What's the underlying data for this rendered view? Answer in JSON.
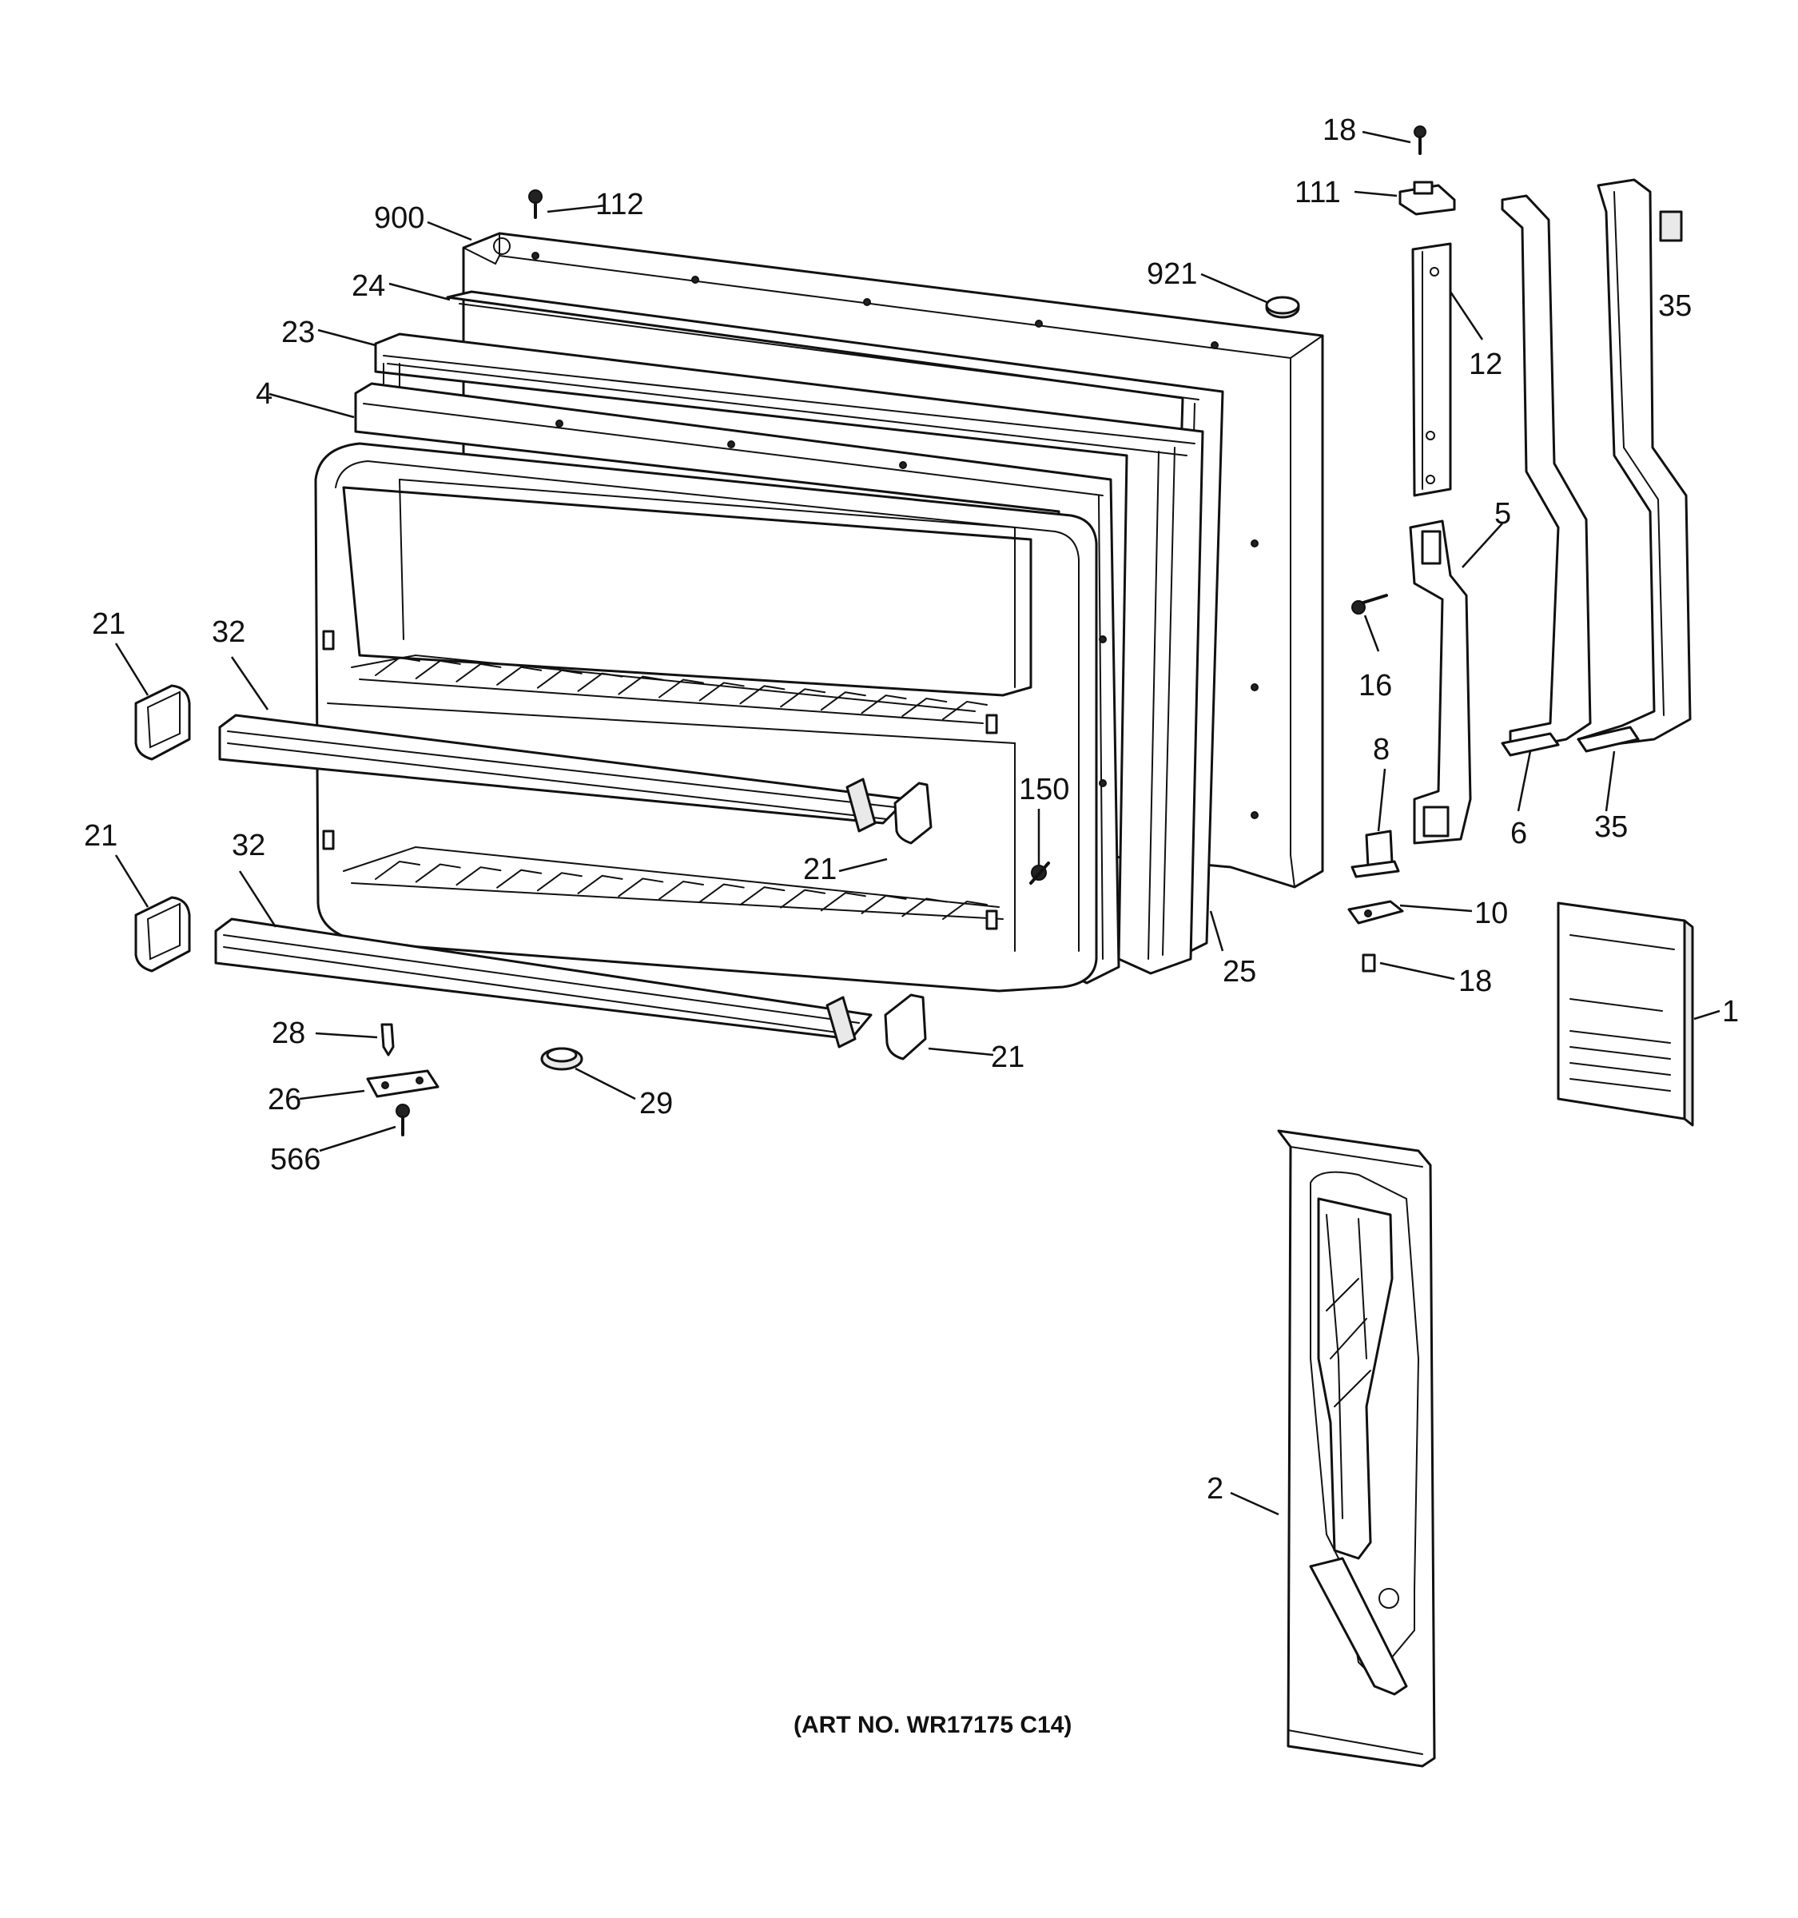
{
  "diagram": {
    "callouts": [
      {
        "id": "c18a",
        "text": "18"
      },
      {
        "id": "c111",
        "text": "111"
      },
      {
        "id": "c112",
        "text": "112"
      },
      {
        "id": "c900",
        "text": "900"
      },
      {
        "id": "c921",
        "text": "921"
      },
      {
        "id": "c24",
        "text": "24"
      },
      {
        "id": "c23",
        "text": "23"
      },
      {
        "id": "c4",
        "text": "4"
      },
      {
        "id": "c12",
        "text": "12"
      },
      {
        "id": "c35a",
        "text": "35"
      },
      {
        "id": "c5",
        "text": "5"
      },
      {
        "id": "c16",
        "text": "16"
      },
      {
        "id": "c8",
        "text": "8"
      },
      {
        "id": "c6",
        "text": "6"
      },
      {
        "id": "c35b",
        "text": "35"
      },
      {
        "id": "c21a",
        "text": "21"
      },
      {
        "id": "c32a",
        "text": "32"
      },
      {
        "id": "c150",
        "text": "150"
      },
      {
        "id": "c21b",
        "text": "21"
      },
      {
        "id": "c21c",
        "text": "21"
      },
      {
        "id": "c32b",
        "text": "32"
      },
      {
        "id": "c10",
        "text": "10"
      },
      {
        "id": "c25",
        "text": "25"
      },
      {
        "id": "c18b",
        "text": "18"
      },
      {
        "id": "c1",
        "text": "1"
      },
      {
        "id": "c28",
        "text": "28"
      },
      {
        "id": "c21d",
        "text": "21"
      },
      {
        "id": "c26",
        "text": "26"
      },
      {
        "id": "c29",
        "text": "29"
      },
      {
        "id": "c566",
        "text": "566"
      },
      {
        "id": "c2",
        "text": "2"
      }
    ],
    "caption": "(ART NO. WR17175 C14)"
  }
}
